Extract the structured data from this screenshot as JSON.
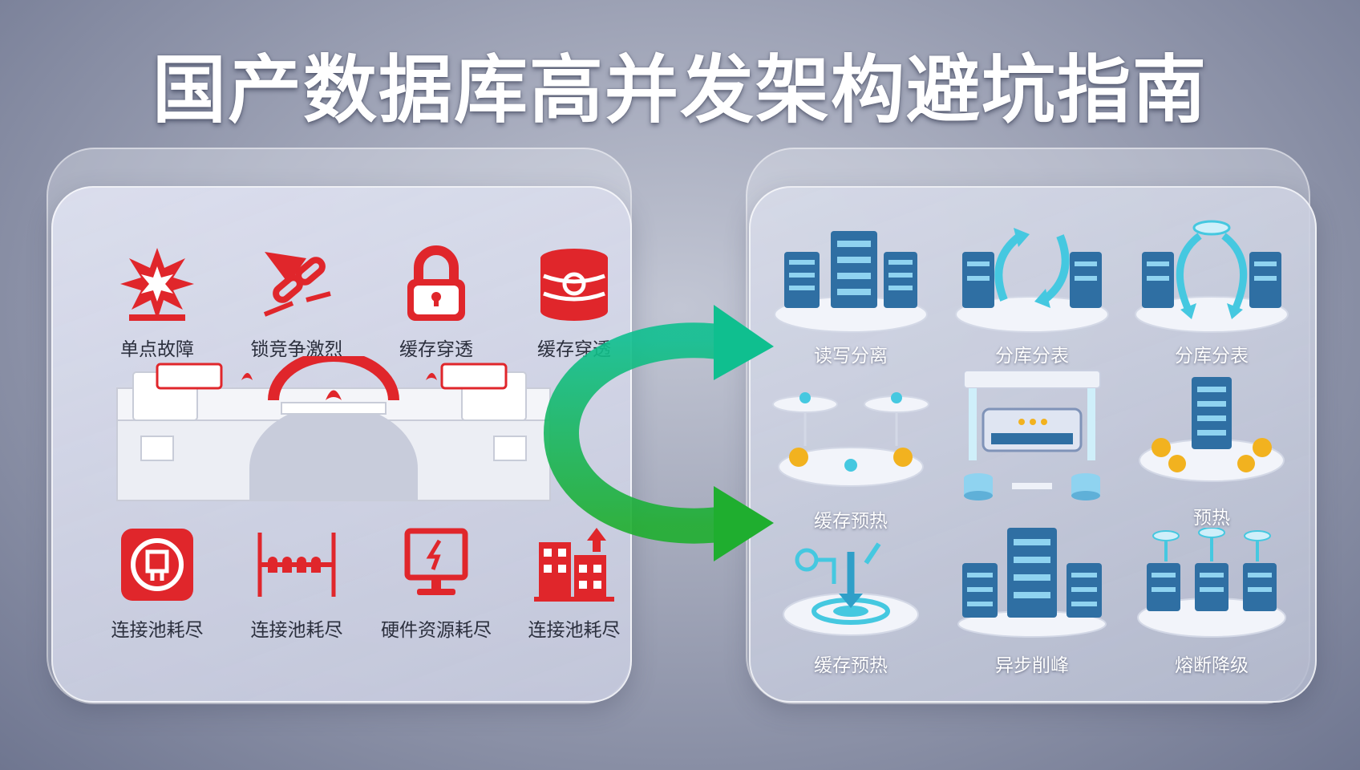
{
  "title": "国产数据库高并发架构避坑指南",
  "problems": {
    "top": [
      {
        "icon": "explosion-icon",
        "label": "单点故障"
      },
      {
        "icon": "broken-chain-icon",
        "label": "锁竞争激烈"
      },
      {
        "icon": "padlock-icon",
        "label": "缓存穿透"
      },
      {
        "icon": "database-stack-icon",
        "label": "缓存穿透"
      }
    ],
    "bottom": [
      {
        "icon": "connection-pool-icon",
        "label": "连接池耗尽"
      },
      {
        "icon": "fence-icon",
        "label": "连接池耗尽"
      },
      {
        "icon": "monitor-alert-icon",
        "label": "硬件资源耗尽"
      },
      {
        "icon": "building-arrow-icon",
        "label": "连接池耗尽"
      }
    ]
  },
  "solutions": [
    {
      "icon": "server-cluster-icon",
      "label": "读写分离"
    },
    {
      "icon": "sync-arrows-icon",
      "label": "分库分表"
    },
    {
      "icon": "ring-sync-icon",
      "label": "分库分表"
    },
    {
      "icon": "cache-platform-icon",
      "label": "缓存预热"
    },
    {
      "icon": "gateway-icon",
      "label": ""
    },
    {
      "icon": "preheat-server-icon",
      "label": "预热"
    },
    {
      "icon": "cache-target-icon",
      "label": "缓存预热"
    },
    {
      "icon": "async-server-icon",
      "label": "异步削峰"
    },
    {
      "icon": "circuit-breaker-icon",
      "label": "熔断降级"
    }
  ],
  "colors": {
    "danger": "#e0262b",
    "arrow_start": "#0fbf8f",
    "arrow_end": "#1fae2f",
    "server_blue": "#2f6fa3",
    "accent_cyan": "#45c8e0",
    "gold": "#f2b21f"
  }
}
